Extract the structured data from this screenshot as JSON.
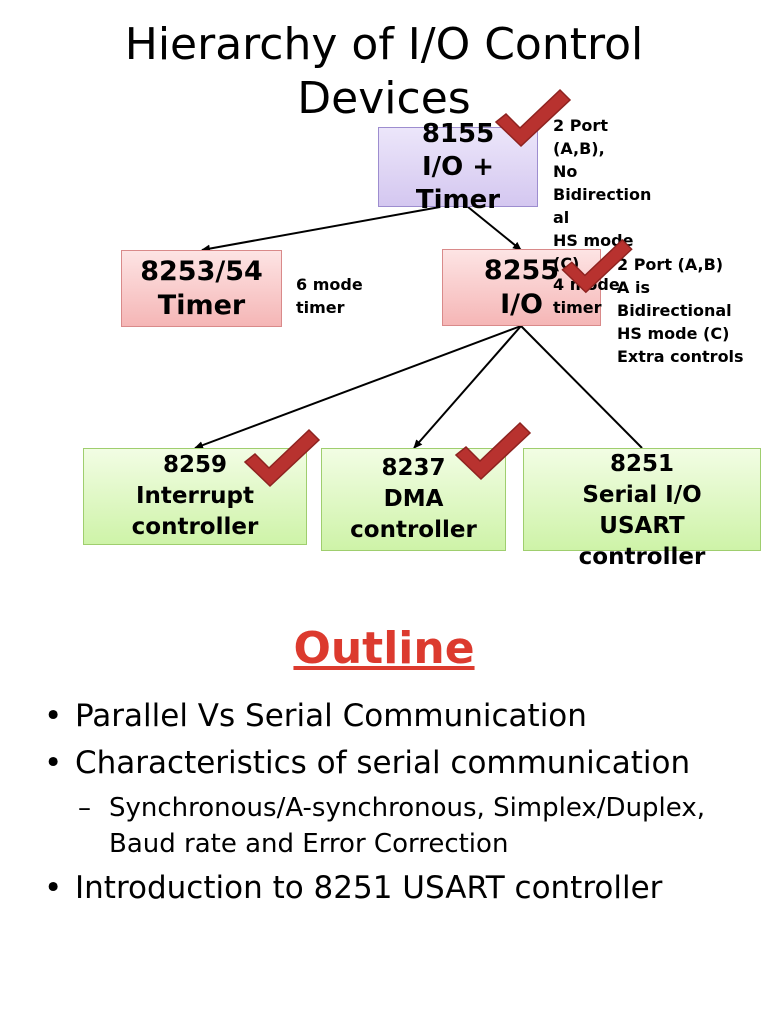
{
  "title": "Hierarchy of I/O Control Devices",
  "boxes": {
    "b8155": [
      "8155",
      "I/O +",
      "Timer"
    ],
    "b8253": [
      "8253/54",
      "Timer"
    ],
    "b8255": [
      "8255",
      "I/O"
    ],
    "b8259": [
      "8259",
      "Interrupt",
      "controller"
    ],
    "b8237": [
      "8237",
      "DMA",
      "controller"
    ],
    "b8251": [
      "8251",
      "Serial I/O",
      "USART",
      "controller"
    ]
  },
  "notes": {
    "n8155": "2 Port\n(A,B),\nNo\nBidirection\nal\nHS mode\n(C)",
    "n8253": "6 mode\ntimer",
    "n8255_timer": "4 mode\ntimer",
    "n8255": "2 Port (A,B)\nA is\nBidirectional\nHS mode (C)\nExtra controls"
  },
  "outline": {
    "heading": "Outline",
    "items": [
      "Parallel Vs Serial Communication",
      "Characteristics of serial communication",
      "Synchronous/A-synchronous, Simplex/Duplex, Baud rate and Error Correction",
      "Introduction to 8251 USART controller"
    ]
  },
  "colors": {
    "heading_red": "#dc3a2e",
    "checkmark": "#b8322f",
    "box_purple": "#ded5f4",
    "box_red": "#f8c6c6",
    "box_green": "#dff8c2"
  }
}
